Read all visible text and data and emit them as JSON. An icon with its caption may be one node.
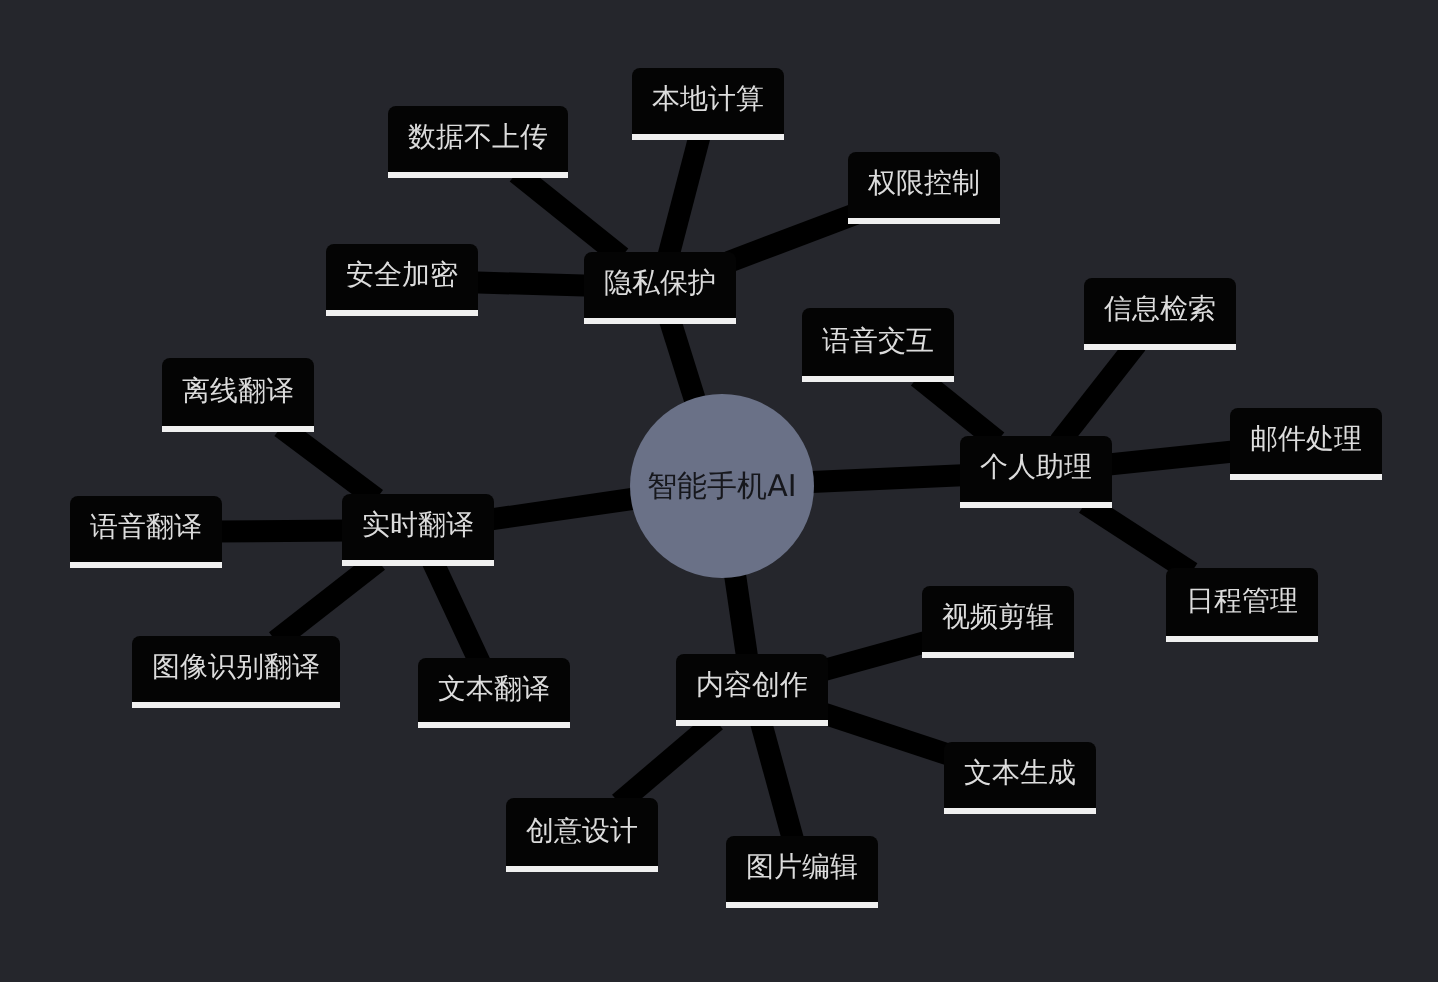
{
  "diagram": {
    "nodes": [
      {
        "text": [
          "智能手机AI"
        ]
      },
      {
        "text": [
          "隐私保护"
        ]
      },
      {
        "text": [
          "本地计算"
        ]
      },
      {
        "text": [
          "数据不上传"
        ]
      },
      {
        "text": [
          "权限控制"
        ]
      },
      {
        "text": [
          "安全加密"
        ]
      },
      {
        "text": [
          "个人助理"
        ]
      },
      {
        "text": [
          "信息检索"
        ]
      },
      {
        "text": [
          "语音交互"
        ]
      },
      {
        "text": [
          "邮件处理"
        ]
      },
      {
        "text": [
          "日程管理"
        ]
      },
      {
        "text": [
          "实时翻译"
        ]
      },
      {
        "text": [
          "离线翻译"
        ]
      },
      {
        "text": [
          "语音翻译"
        ]
      },
      {
        "text": [
          "图像识别翻译"
        ]
      },
      {
        "text": [
          "文本翻译"
        ]
      },
      {
        "text": [
          "内容创作"
        ]
      },
      {
        "text": [
          "视频剪辑"
        ]
      },
      {
        "text": [
          "文本生成"
        ]
      },
      {
        "text": [
          "创意设计"
        ]
      },
      {
        "text": [
          "图片编辑"
        ]
      }
    ],
    "edges": [
      {
        "from": 0,
        "to": 1,
        "arrow": "none"
      },
      {
        "from": 1,
        "to": 2,
        "arrow": "none"
      },
      {
        "from": 1,
        "to": 3,
        "arrow": "none"
      },
      {
        "from": 1,
        "to": 4,
        "arrow": "none"
      },
      {
        "from": 1,
        "to": 5,
        "arrow": "none"
      },
      {
        "from": 0,
        "to": 6,
        "arrow": "none"
      },
      {
        "from": 6,
        "to": 7,
        "arrow": "none"
      },
      {
        "from": 6,
        "to": 8,
        "arrow": "none"
      },
      {
        "from": 6,
        "to": 9,
        "arrow": "none"
      },
      {
        "from": 6,
        "to": 10,
        "arrow": "none"
      },
      {
        "from": 0,
        "to": 11,
        "arrow": "none"
      },
      {
        "from": 11,
        "to": 12,
        "arrow": "none"
      },
      {
        "from": 11,
        "to": 13,
        "arrow": "none"
      },
      {
        "from": 11,
        "to": 14,
        "arrow": "none"
      },
      {
        "from": 11,
        "to": 15,
        "arrow": "none"
      },
      {
        "from": 0,
        "to": 16,
        "arrow": "none"
      },
      {
        "from": 16,
        "to": 17,
        "arrow": "none"
      },
      {
        "from": 16,
        "to": 18,
        "arrow": "none"
      },
      {
        "from": 16,
        "to": 19,
        "arrow": "none"
      },
      {
        "from": 16,
        "to": 20,
        "arrow": "none"
      }
    ]
  }
}
